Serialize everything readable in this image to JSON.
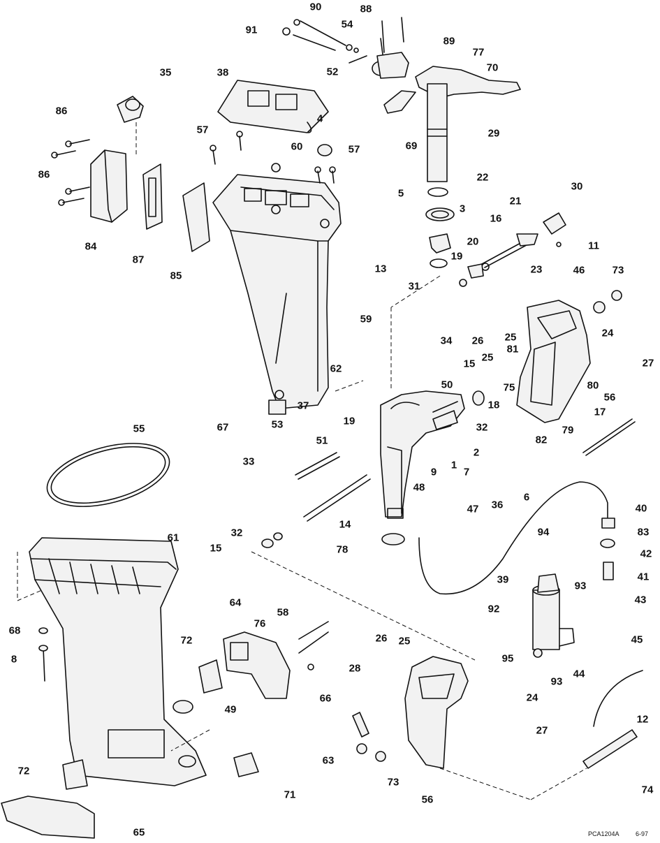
{
  "callouts": [
    "91",
    "90",
    "54",
    "88",
    "89",
    "77",
    "52",
    "70",
    "35",
    "38",
    "4",
    "86",
    "57",
    "60",
    "57",
    "69",
    "29",
    "22",
    "86",
    "5",
    "3",
    "84",
    "87",
    "85",
    "16",
    "21",
    "30",
    "13",
    "20",
    "19",
    "11",
    "31",
    "73",
    "46",
    "23",
    "59",
    "34",
    "26",
    "25",
    "81",
    "24",
    "27",
    "62",
    "15",
    "25",
    "80",
    "50",
    "75",
    "37",
    "19",
    "18",
    "56",
    "67",
    "53",
    "51",
    "32",
    "17",
    "79",
    "82",
    "55",
    "33",
    "1",
    "2",
    "9",
    "7",
    "6",
    "48",
    "40",
    "14",
    "47",
    "36",
    "61",
    "32",
    "15",
    "78",
    "83",
    "94",
    "42",
    "41",
    "39",
    "43",
    "68",
    "93",
    "92",
    "58",
    "76",
    "64",
    "8",
    "72",
    "26",
    "25",
    "28",
    "95",
    "93",
    "45",
    "44",
    "66",
    "49",
    "24",
    "27",
    "12",
    "72",
    "63",
    "73",
    "56",
    "71",
    "74",
    "65"
  ],
  "drawing_code": "PCA1204A",
  "drawing_date": "6-97"
}
